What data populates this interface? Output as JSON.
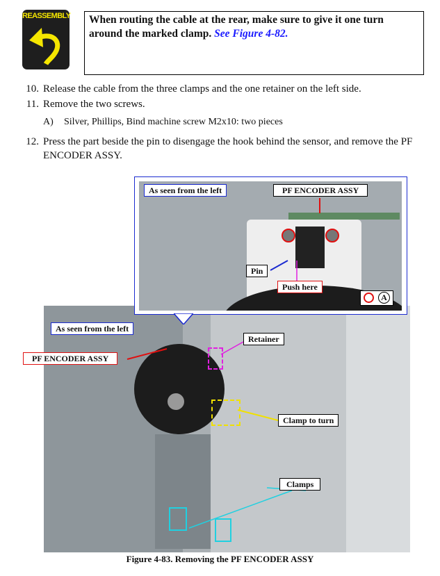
{
  "reassembly": {
    "icon_label": "REASSEMBLY",
    "note_text": "When routing the cable at the rear, make sure to give it one turn around the marked clamp.",
    "note_link": "See Figure 4-82."
  },
  "steps": [
    {
      "number": "10.",
      "text": "Release the cable from the three clamps and the one retainer on the left side."
    },
    {
      "number": "11.",
      "text": "Remove the two screws."
    },
    {
      "number": "A)",
      "text": "Silver, Phillips, Bind machine screw M2x10: two pieces"
    },
    {
      "number": "12.",
      "text": "Press the part beside the pin to disengage the hook behind the sensor, and remove the PF ENCODER ASSY."
    }
  ],
  "inset": {
    "view_label": "As seen from the left",
    "part_label": "PF ENCODER ASSY",
    "pin_label": "Pin",
    "push_label": "Push here",
    "legend_letter": "A"
  },
  "main_photo": {
    "view_label": "As seen from the left",
    "part_label": "PF ENCODER ASSY",
    "retainer_label": "Retainer",
    "clamp_turn_label": "Clamp to turn",
    "clamps_label": "Clamps"
  },
  "caption": "Figure 4-83.  Removing the PF ENCODER ASSY",
  "colors": {
    "blue": "#1a2ad0",
    "red": "#e01010",
    "magenta": "#e020e0",
    "yellow": "#f0e000",
    "cyan": "#20d0e0"
  }
}
